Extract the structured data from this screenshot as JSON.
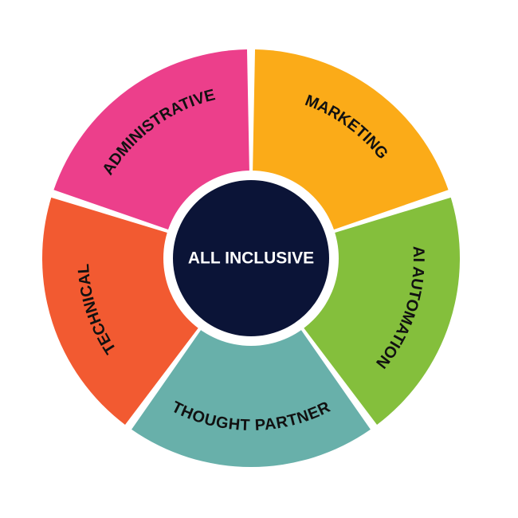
{
  "diagram": {
    "center": {
      "label": "ALL INCLUSIVE",
      "color": "#0b1437",
      "text_color": "#ffffff"
    },
    "segments": [
      {
        "id": "marketing",
        "label": "MARKETING",
        "color": "#fbab18"
      },
      {
        "id": "ai-automation",
        "label": "AI AUTOMATION",
        "color": "#84bf3c"
      },
      {
        "id": "thought-partner",
        "label": "THOUGHT PARTNER",
        "color": "#68b0aa"
      },
      {
        "id": "technical",
        "label": "TECHNICAL",
        "color": "#f25a31"
      },
      {
        "id": "administrative",
        "label": "ADMINISTRATIVE",
        "color": "#ec3f8b"
      }
    ],
    "label_color": "#111111"
  }
}
